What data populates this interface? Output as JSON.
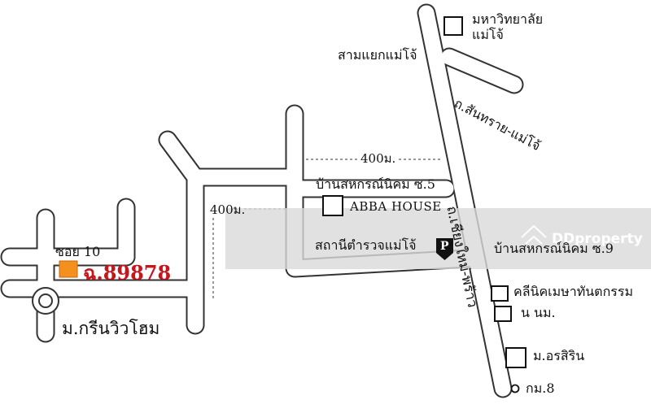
{
  "map": {
    "labels": {
      "university_line1": "มหาวิทยาลัย",
      "university_line2": "แม่โจ้",
      "maejo_junction": "สามแยกแม่โจ้",
      "sansai_maejo_road": "ถ.สันทราย-แม่โจ้",
      "distance_top": "400ม.",
      "distance_left": "400ม.",
      "sahakorn_soi5": "บ้านสหกรณ์นิคม ซ.5",
      "abba_house": "ABBA HOUSE",
      "chiangmai_phrao_road": "ถ.เชียงใหม่-พร้าว",
      "police_station": "สถานีตำรวจแม่โจ้",
      "police_letter": "P",
      "sahakorn_soi9": "บ้านสหกรณ์นิคม ซ.9",
      "soi10": "ซอย 10",
      "listing_code": "ฉ.89878",
      "green_view_home": "ม.กรีนวิวโฮม",
      "clinic_line1": "คลีนิคเมษาทันตกรรม",
      "clinic_line2": "น นม.",
      "orasirin": "ม.อรสิริน",
      "km8": "กม.8",
      "watermark": "DDproperty"
    },
    "colors": {
      "road_outline": "#333333",
      "current_location": "#f5901e",
      "listing_text": "#c4161c",
      "watermark_band": "#d9d9d9"
    }
  }
}
